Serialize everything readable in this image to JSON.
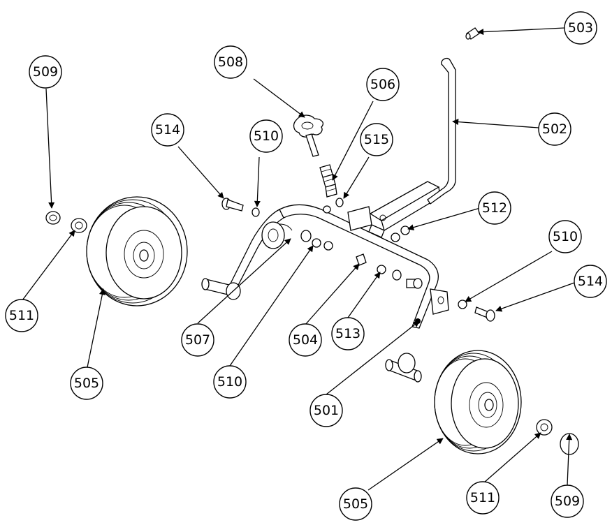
{
  "diagram": {
    "callouts": [
      {
        "label": "501"
      },
      {
        "label": "502"
      },
      {
        "label": "503"
      },
      {
        "label": "504"
      },
      {
        "label": "505"
      },
      {
        "label": "505"
      },
      {
        "label": "506"
      },
      {
        "label": "507"
      },
      {
        "label": "508"
      },
      {
        "label": "509"
      },
      {
        "label": "509"
      },
      {
        "label": "510"
      },
      {
        "label": "510"
      },
      {
        "label": "510"
      },
      {
        "label": "511"
      },
      {
        "label": "511"
      },
      {
        "label": "512"
      },
      {
        "label": "513"
      },
      {
        "label": "514"
      },
      {
        "label": "514"
      },
      {
        "label": "515"
      }
    ]
  }
}
